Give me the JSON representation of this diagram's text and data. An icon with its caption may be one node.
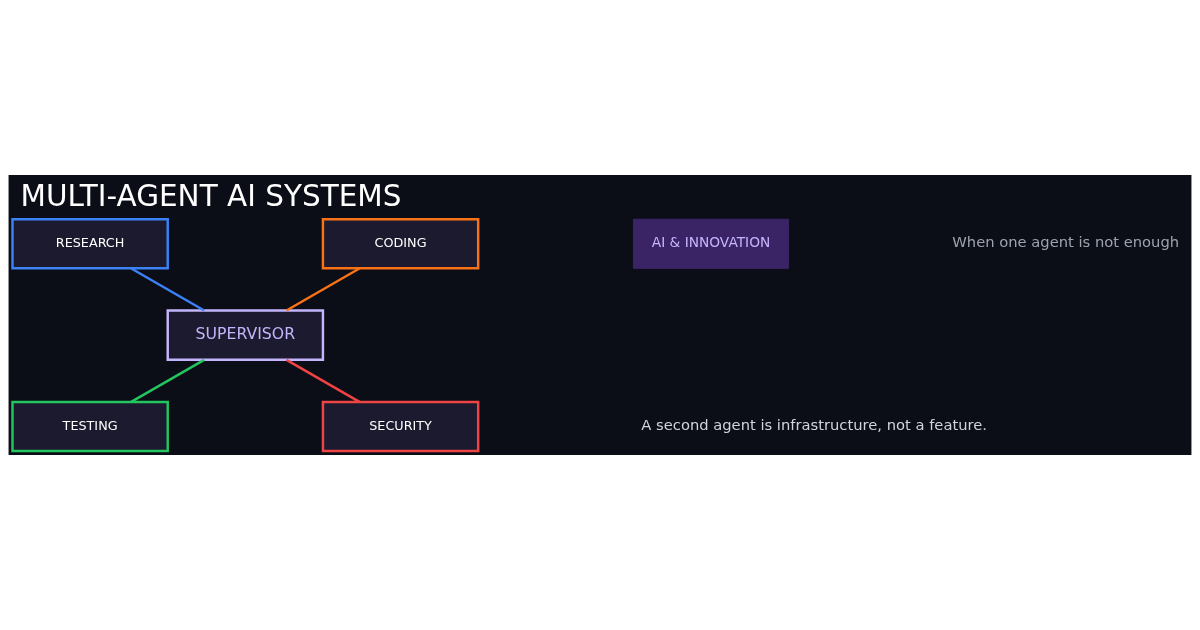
{
  "diagram": {
    "title": "MULTI-AGENT AI SYSTEMS",
    "caption": "A second agent is infrastructure, not a feature.",
    "nodes": [
      {
        "text": [
          "RESEARCH"
        ]
      },
      {
        "text": [
          "CODING"
        ]
      },
      {
        "text": [
          "SUPERVISOR"
        ]
      },
      {
        "text": [
          "TESTING"
        ]
      },
      {
        "text": [
          "SECURITY"
        ]
      }
    ],
    "edges": [
      {
        "from": 0,
        "to": 2,
        "arrow": "none",
        "color": "#3b82f6"
      },
      {
        "from": 1,
        "to": 2,
        "arrow": "none",
        "color": "#f97316"
      },
      {
        "from": 2,
        "to": 3,
        "arrow": "none",
        "color": "#22c55e"
      },
      {
        "from": 2,
        "to": 4,
        "arrow": "none",
        "color": "#ef4444"
      }
    ],
    "labels": [
      "AI & INNOVATION",
      "When one agent is not enough"
    ]
  }
}
